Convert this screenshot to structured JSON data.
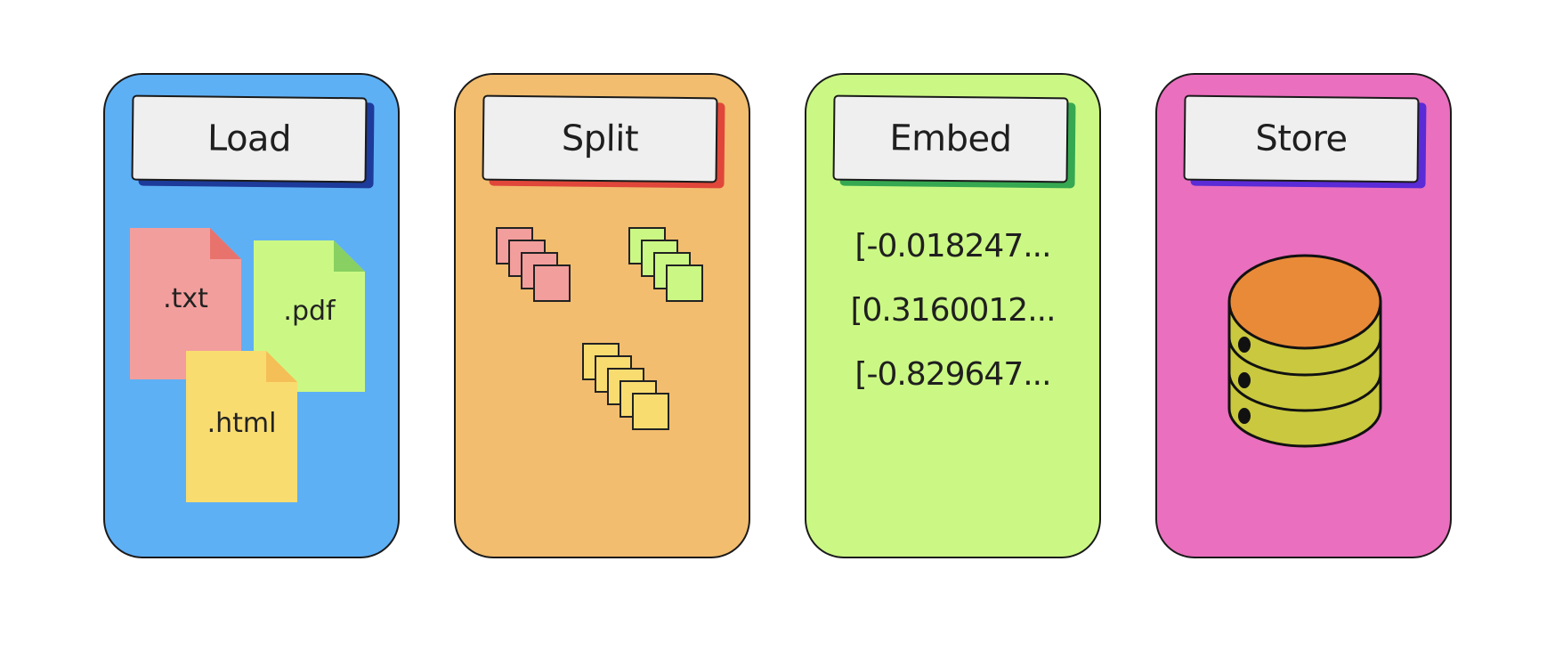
{
  "colors": {
    "load_bg": "#5eb0f5",
    "split_bg": "#f2bd6e",
    "embed_bg": "#cbf884",
    "store_bg": "#ea6fbe",
    "file_txt": "#f29e9c",
    "file_txt_fold": "#e8736d",
    "file_pdf": "#cbf884",
    "file_pdf_fold": "#88d062",
    "file_html": "#f9dc70",
    "file_html_fold": "#f4bf56",
    "db_top": "#e98a38",
    "db_body": "#c9c83f"
  },
  "stages": {
    "load": {
      "label": "Load"
    },
    "split": {
      "label": "Split"
    },
    "embed": {
      "label": "Embed"
    },
    "store": {
      "label": "Store"
    }
  },
  "load": {
    "files": {
      "txt": ".txt",
      "pdf": ".pdf",
      "html": ".html"
    }
  },
  "embed": {
    "vectors": [
      "[-0.018247...",
      "[0.3160012...",
      "[-0.829647..."
    ]
  },
  "icons": {
    "load": "document-icon",
    "split": "chunk-stack-icon",
    "store": "database-icon"
  }
}
